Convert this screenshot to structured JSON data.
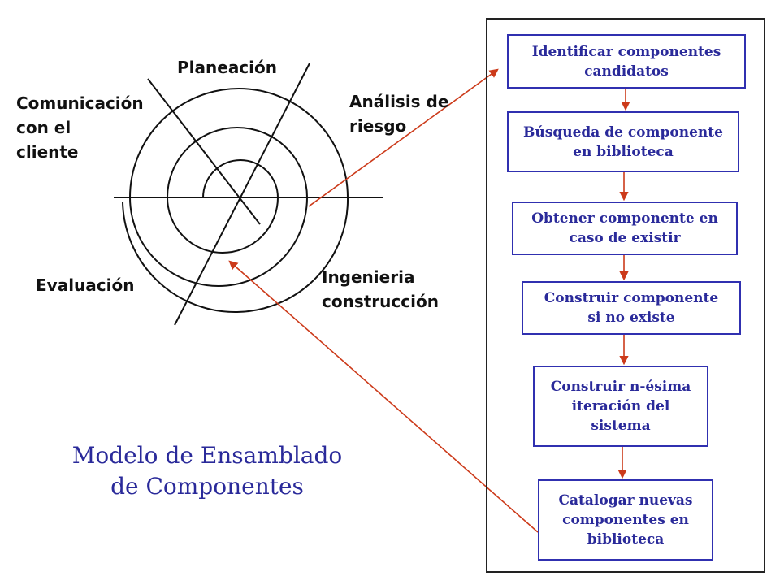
{
  "spiral": {
    "quadrants": {
      "planning": "Planeación",
      "communication": "Comunicación\ncon el\ncliente",
      "risk": "Análisis de\nriesgo",
      "evaluation": "Evaluación",
      "engineering": "Ingenieria\nconstrucción"
    }
  },
  "title": "Modelo de Ensamblado\nde Componentes",
  "steps": [
    {
      "label": "Identificar componentes\ncandidatos"
    },
    {
      "label": "Búsqueda de componente\nen biblioteca"
    },
    {
      "label": "Obtener componente en\ncaso de existir"
    },
    {
      "label": "Construir componente\nsi no existe"
    },
    {
      "label": "Construir n-ésima\niteración del\nsistema"
    },
    {
      "label": "Catalogar nuevas\ncomponentes en\nbiblioteca"
    }
  ],
  "colors": {
    "connector": "#cc3a1a",
    "box_border": "#3030b0",
    "box_text": "#2a2a9a",
    "spiral": "#111111"
  }
}
